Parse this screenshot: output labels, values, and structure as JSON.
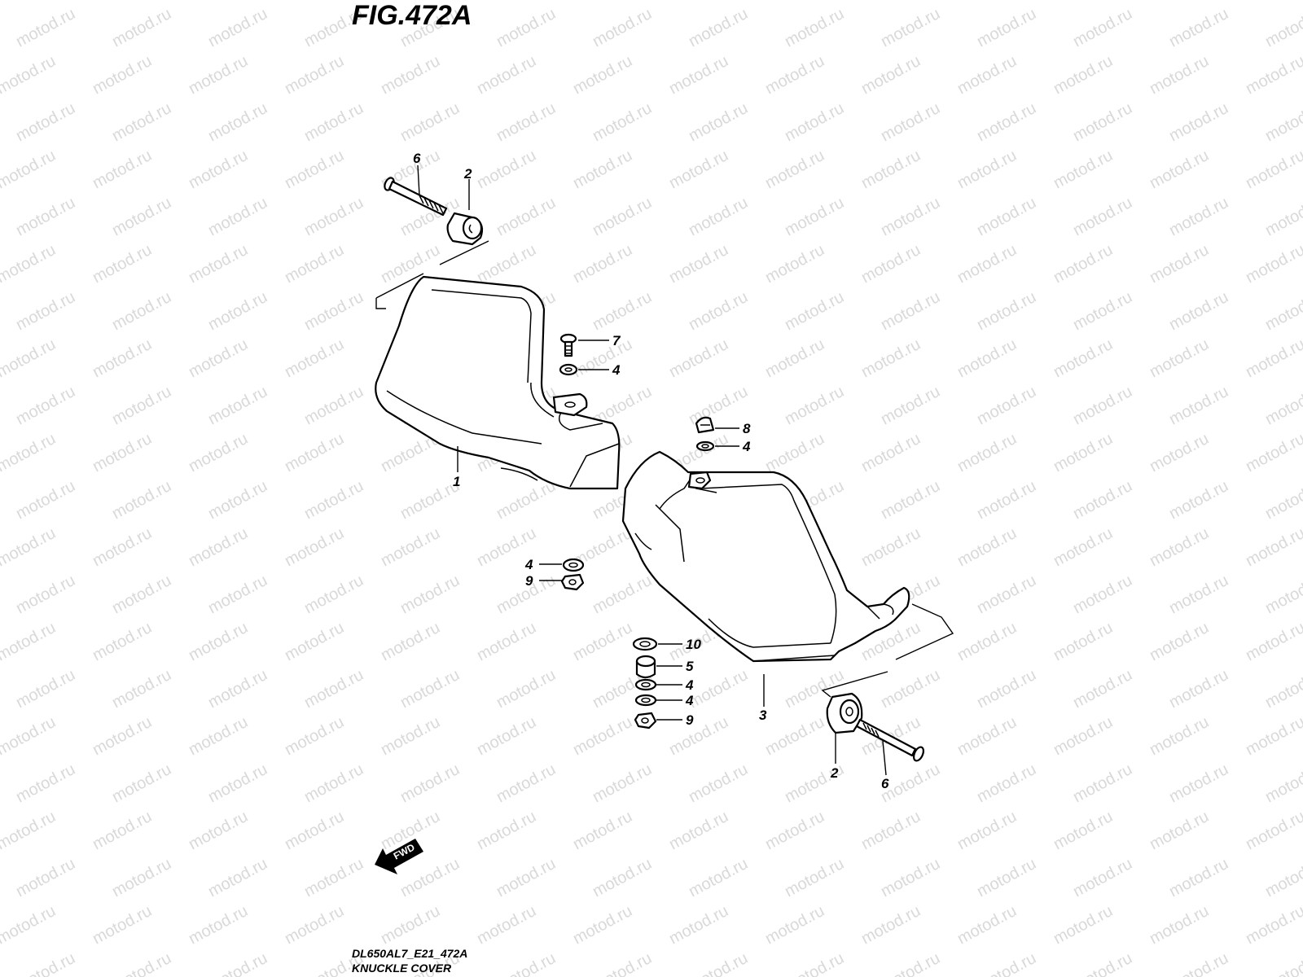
{
  "figure_title": "FIG.472A",
  "watermark_text": "motod.ru",
  "fwd_label": "FWD",
  "footer": {
    "code": "DL650AL7_E21_472A",
    "name": "KNUCKLE COVER"
  },
  "callouts": {
    "c1": "1",
    "c2_left": "2",
    "c2_right": "2",
    "c3": "3",
    "c4_a": "4",
    "c4_b": "4",
    "c4_c": "4",
    "c4_d": "4",
    "c4_e": "4",
    "c5": "5",
    "c6_left": "6",
    "c6_right": "6",
    "c7": "7",
    "c8": "8",
    "c9_a": "9",
    "c9_b": "9",
    "c10": "10"
  }
}
